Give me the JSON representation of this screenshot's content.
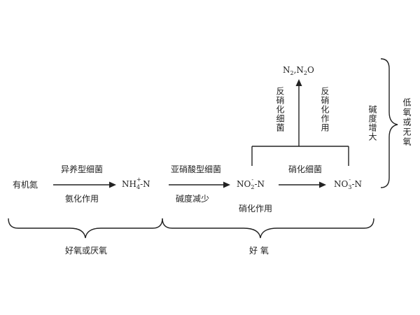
{
  "nodes": {
    "organic_n": "有机氮",
    "nh4_main": "NH",
    "nh4_sub": "4",
    "nh4_sup": "+",
    "nh4_tail": "-N",
    "no2_main": "NO",
    "no2_sub": "2",
    "no2_sup": "-",
    "no2_tail": "-N",
    "no3_main": "NO",
    "no3_sub": "3",
    "no3_sup": "-",
    "no3_tail": "-N",
    "n2_a": "N",
    "n2_a_sub": "2",
    "n2_sep": ",",
    "n2_b": "N",
    "n2_b_sub": "2",
    "n2_c": "O"
  },
  "labels": {
    "ammonifying_bacteria": "异养型细菌",
    "ammonification": "氨化作用",
    "nitrite_bacteria": "亚硝酸型细菌",
    "alkalinity_decrease": "碱度减少",
    "nitrifying_bacteria": "硝化细菌",
    "nitrification": "硝化作用",
    "denitrifying_bacteria": "反硝化细菌",
    "denitrification": "反硝化作用",
    "alkalinity_increase": "碱度增大",
    "low_oxygen": "低氧或无氧",
    "aerobic_or_anaerobic": "好氧或厌氧",
    "aerobic": "好 氧"
  },
  "colors": {
    "ink": "#222222"
  }
}
